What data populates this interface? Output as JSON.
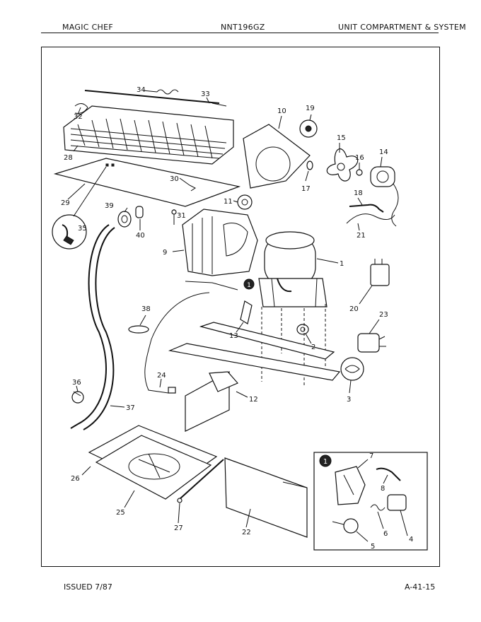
{
  "header": {
    "brand": "MAGIC CHEF",
    "model": "NNT196GZ",
    "section": "UNIT COMPARTMENT & SYSTEM"
  },
  "footer": {
    "issued": "ISSUED 7/87",
    "page_code": "A-41-15"
  },
  "inset": {
    "badge": "1"
  },
  "callouts": {
    "badge_main": "1",
    "p1": "1",
    "p2": "2",
    "p3": "3",
    "p4": "4",
    "p5": "5",
    "p6": "6",
    "p7": "7",
    "p8": "8",
    "p9": "9",
    "p10": "10",
    "p11": "11",
    "p12": "12",
    "p13": "13",
    "p14": "14",
    "p15": "15",
    "p16": "16",
    "p17": "17",
    "p18": "18",
    "p19": "19",
    "p20": "20",
    "p21": "21",
    "p22": "22",
    "p23": "23",
    "p24": "24",
    "p25": "25",
    "p26": "26",
    "p27": "27",
    "p28": "28",
    "p29": "29",
    "p30": "30",
    "p31": "31",
    "p32": "32",
    "p33": "33",
    "p34": "34",
    "p35": "35",
    "p36": "36",
    "p37": "37",
    "p38": "38",
    "p39": "39",
    "p40": "40"
  }
}
